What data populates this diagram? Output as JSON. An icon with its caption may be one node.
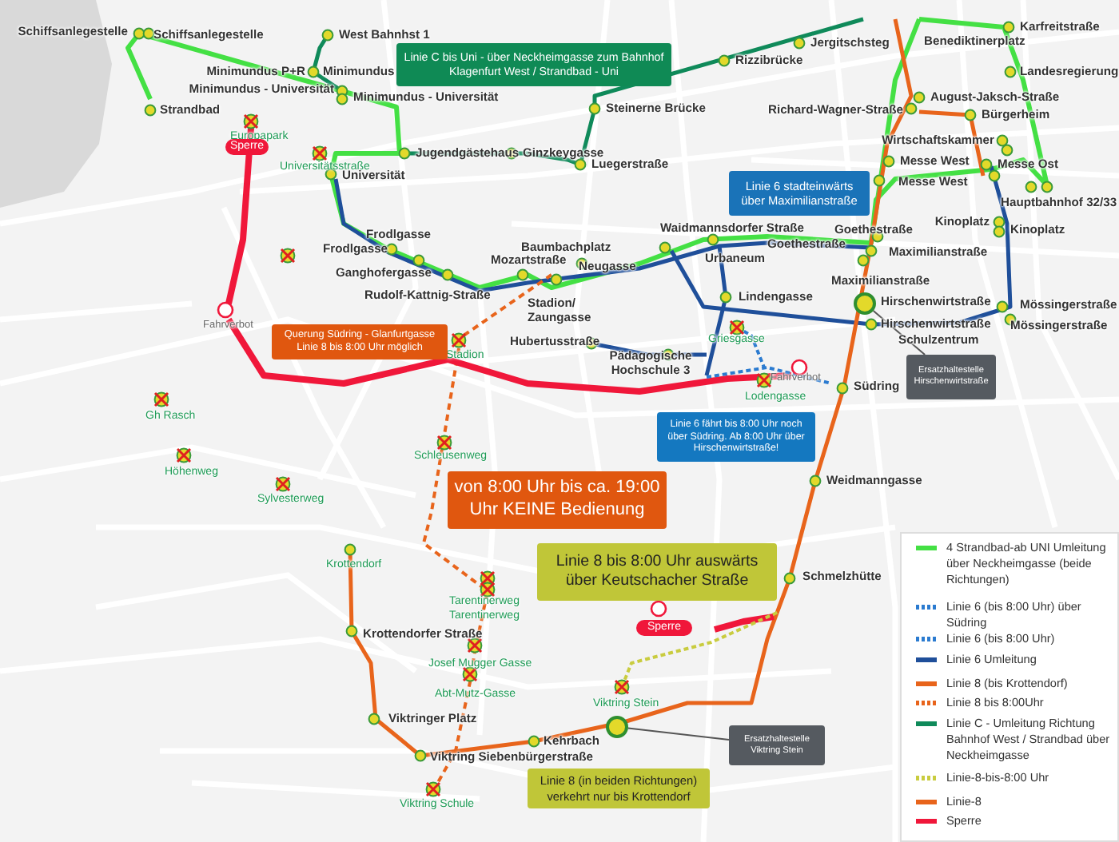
{
  "diagram": {
    "nodes": [
      {
        "text": [
          "Linie C bis Uni - über Neckheimgasse zum Bahnhof Klagenfurt West / Strandbad - Uni"
        ]
      },
      {
        "text": [
          "Linie 6 stadteinwärts über Maximilianstraße"
        ]
      },
      {
        "text": [
          "Querung Südring - Glanfurtgasse Linie 8 bis 8:00 Uhr möglich"
        ]
      },
      {
        "text": [
          "Linie 6 fährt bis 8:00 Uhr noch über Südring. Ab 8:00 Uhr über Hirschenwirtstraße!"
        ]
      },
      {
        "text": [
          "von 8:00 Uhr bis ca. 19:00 Uhr KEINE Bedienung"
        ]
      },
      {
        "text": [
          "Linie 8 bis 8:00 Uhr auswärts über Keutschacher Straße"
        ]
      },
      {
        "text": [
          "Linie 8 (in beiden Richtungen) verkehrt nur bis Krottendorf"
        ]
      },
      {
        "text": [
          "Ersatzhaltestelle Hirschenwirtstraße"
        ]
      },
      {
        "text": [
          "Ersatzhaltestelle Viktring Stein"
        ]
      },
      {
        "text": [
          "Sperre"
        ]
      },
      {
        "text": [
          "Sperre"
        ]
      },
      {
        "text": [],
        "shape": "circle"
      },
      {
        "text": [],
        "shape": "circle"
      }
    ],
    "edges": [
      {
        "from": 7,
        "to": 11,
        "arrow": "none"
      },
      {
        "from": 8,
        "to": 12,
        "arrow": "none"
      }
    ],
    "labels": [
      "Schiffsanlegestelle",
      "Schiffsanlegestelle",
      "West Bahnhst 1",
      "Minimundus P+R",
      "Minimundus",
      "Minimundus - Universität",
      "Minimundus - Universität",
      "Strandbad",
      "Europapark",
      "Universitätsstraße",
      "Universität",
      "Jugendgästehaus",
      "Ginzkeygasse",
      "Steinerne Brücke",
      "Luegerstraße",
      "Rizzibrücke",
      "Jergitschsteg",
      "Benediktinerplatz",
      "Karfreitstraße",
      "Landesregierung",
      "August-Jaksch-Straße",
      "Richard-Wagner-Straße",
      "Bürgerheim",
      "Wirtschaftskammer",
      "Messe West",
      "Messe West",
      "Messe Ost",
      "Hauptbahnhof 32/33",
      "Waidmannsdorfer Straße",
      "Goethestraße",
      "Kinoplatz",
      "Kinoplatz",
      "Goethestraße",
      "Maximilianstraße",
      "Maximilianstraße",
      "Baumbachplatz",
      "Mozartstraße",
      "Urbaneum",
      "Neugasse",
      "Frodlgasse",
      "Frodlgasse",
      "Ganghofergasse",
      "Rudolf-Kattnig-Straße",
      "Stadion/ Zaungasse",
      "Hubertusstraße",
      "Lindengasse",
      "Hirschenwirtstraße",
      "Hirschenwirtstraße",
      "Schulzentrum",
      "Mössingerstraße",
      "Mössingerstraße",
      "Pädagogische Hochschule 3",
      "Griesgasse",
      "Lodengasse",
      "Fahrverbot",
      "Südring",
      "Weidmanngasse",
      "Stadion",
      "Fahrverbot",
      "Gh Rasch",
      "Höhenweg",
      "Sylvesterweg",
      "Schleusenweg",
      "Krottendorf",
      "Krottendorfer Straße",
      "Tarentinerweg",
      "Tarentinerweg",
      "Josef Mugger Gasse",
      "Abt-Mutz-Gasse",
      "Viktringer Platz",
      "Viktring Siebenbürgerstraße",
      "Kehrbach",
      "Viktring Stein",
      "Viktring Schule",
      "Schmelzhütte"
    ],
    "legend": [
      {
        "text": "4 Strandbad-ab UNI Umleitung über Neckheimgasse (beide Richtungen)",
        "color": "#44e044"
      },
      {
        "text": "Linie 6 (bis 8:00 Uhr) über Südring"
      },
      {
        "text": "Linie 6 (bis 8:00 Uhr)"
      },
      {
        "text": "Linie 6 Umleitung",
        "color": "#1f4f9a"
      },
      {
        "text": "Linie 8 (bis Krottendorf)",
        "color": "#e8641b"
      },
      {
        "text": "Linie 8 bis 8:00Uhr"
      },
      {
        "text": "Linie C - Umleitung Richtung Bahnhof West / Strandbad über Neckheimgasse",
        "color": "#0f8a5a"
      },
      {
        "text": "Linie-8-bis-8:00 Uhr"
      },
      {
        "text": "Linie-8",
        "color": "#e8641b"
      },
      {
        "text": "Sperre",
        "color": "#f0173a"
      }
    ]
  }
}
